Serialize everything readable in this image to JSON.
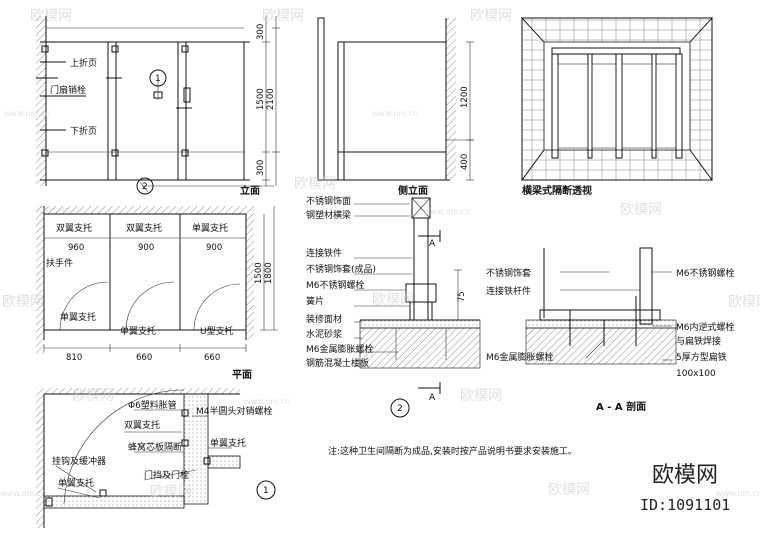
{
  "elevation": {
    "title": "立面",
    "labels": [
      "上折页",
      "门扇销栓",
      "下折页"
    ],
    "dims": [
      "300",
      "1500",
      "2100",
      "300"
    ],
    "markers": [
      "1",
      "2"
    ]
  },
  "side_elevation": {
    "title": "侧立面",
    "dims": [
      "1200",
      "400"
    ]
  },
  "perspective": {
    "title": "横梁式隔断透视"
  },
  "plan": {
    "title": "平面",
    "labels": [
      "双翼支托",
      "双翼支托",
      "单翼支托",
      "扶手件",
      "单翼支托",
      "单翼支托",
      "U型支托"
    ],
    "widths_top": [
      "960",
      "900",
      "900"
    ],
    "widths_bottom": [
      "810",
      "660",
      "660"
    ],
    "dims_right": [
      "1500",
      "1800"
    ]
  },
  "detail1": {
    "marker": "1",
    "labels": [
      "Φ6塑料胀管",
      "M4半圆头对销螺栓",
      "双翼支托",
      "蜂窝芯板隔断",
      "单翼支托",
      "门挡及门栓",
      "挂钩及缓冲器",
      "单翼支托"
    ]
  },
  "detail2": {
    "marker": "2",
    "labels": [
      "不锈钢饰面",
      "钢塑材横梁",
      "连接铁件",
      "不锈钢饰套(成品)",
      "M6不锈钢螺栓",
      "簧片",
      "装修面材",
      "水泥砂浆",
      "M6金属膨胀螺栓",
      "钢筋混凝土楼板"
    ],
    "section_letter": "A",
    "dim": "75"
  },
  "section_aa": {
    "title": "A - A 剖面",
    "labels_left": [
      "不锈钢饰套",
      "连接铁杆件",
      "M6金属膨胀螺栓"
    ],
    "labels_right": [
      "M6不锈钢螺栓",
      "M6内逆式螺栓",
      "与扁铁焊接",
      "5厚方型扁铁",
      "100x100"
    ]
  },
  "note": "注:这种卫生间隔断为成品,安装时按产品说明书要求安装施工。",
  "watermark": {
    "brand": "欧模网",
    "id": "ID:1091101",
    "site": "www.om.cn"
  }
}
